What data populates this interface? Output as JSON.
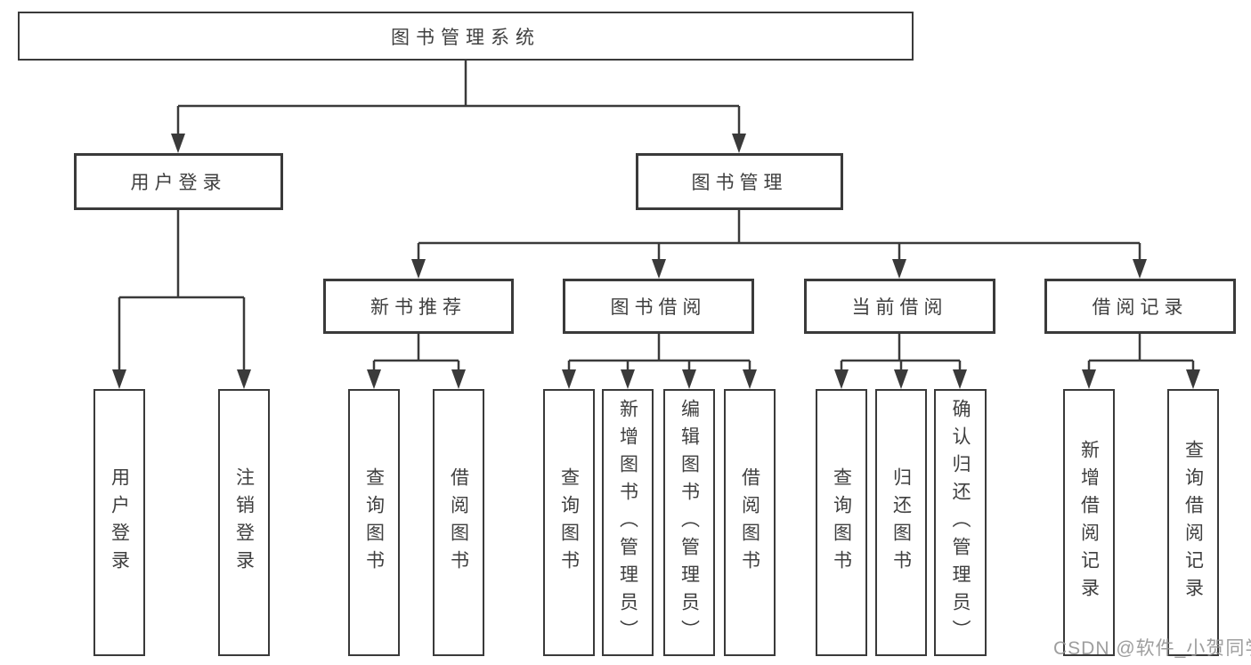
{
  "tree": {
    "label": "图书管理系统",
    "children": [
      {
        "label": "用户登录",
        "children": [
          {
            "label": "用户登录"
          },
          {
            "label": "注销登录"
          }
        ]
      },
      {
        "label": "图书管理",
        "children": [
          {
            "label": "新书推荐",
            "children": [
              {
                "label": "查询图书"
              },
              {
                "label": "借阅图书"
              }
            ]
          },
          {
            "label": "图书借阅",
            "children": [
              {
                "label": "查询图书"
              },
              {
                "label": "新增图书（管理员）"
              },
              {
                "label": "编辑图书（管理员）"
              },
              {
                "label": "借阅图书"
              }
            ]
          },
          {
            "label": "当前借阅",
            "children": [
              {
                "label": "查询图书"
              },
              {
                "label": "归还图书"
              },
              {
                "label": "确认归还（管理员）"
              }
            ]
          },
          {
            "label": "借阅记录",
            "children": [
              {
                "label": "新增借阅记录"
              },
              {
                "label": "查询借阅记录"
              }
            ]
          }
        ]
      }
    ]
  },
  "watermark": "CSDN @软件_小贺同学",
  "colors": {
    "line": "#3a3a3a",
    "text": "#3f3f3f",
    "watermark": "#949494",
    "background": "#ffffff"
  }
}
